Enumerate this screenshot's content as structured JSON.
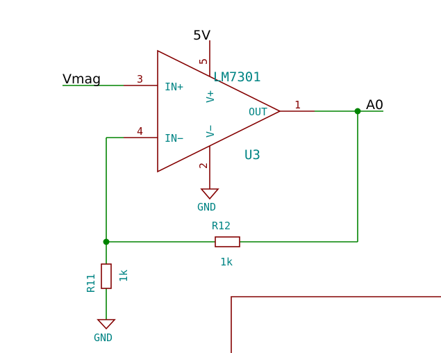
{
  "power": {
    "vplus_label": "5V",
    "gnd_top_label": "GND",
    "gnd_bottom_label": "GND"
  },
  "opamp": {
    "ref": "U3",
    "value": "LM7301",
    "pins": {
      "in_plus": {
        "number": "3",
        "name": "IN+"
      },
      "in_minus": {
        "number": "4",
        "name": "IN−"
      },
      "vplus": {
        "number": "5",
        "name": "V+"
      },
      "vminus": {
        "number": "2",
        "name": "V−"
      },
      "out": {
        "number": "1",
        "name": "OUT"
      }
    }
  },
  "nets": {
    "input": "Vmag",
    "output": "A0"
  },
  "resistors": [
    {
      "ref": "R12",
      "value": "1k"
    },
    {
      "ref": "R11",
      "value": "1k"
    }
  ],
  "colors": {
    "wire": "#008400",
    "component": "#840000",
    "field_text": "#008484",
    "net_label": "#000000"
  }
}
